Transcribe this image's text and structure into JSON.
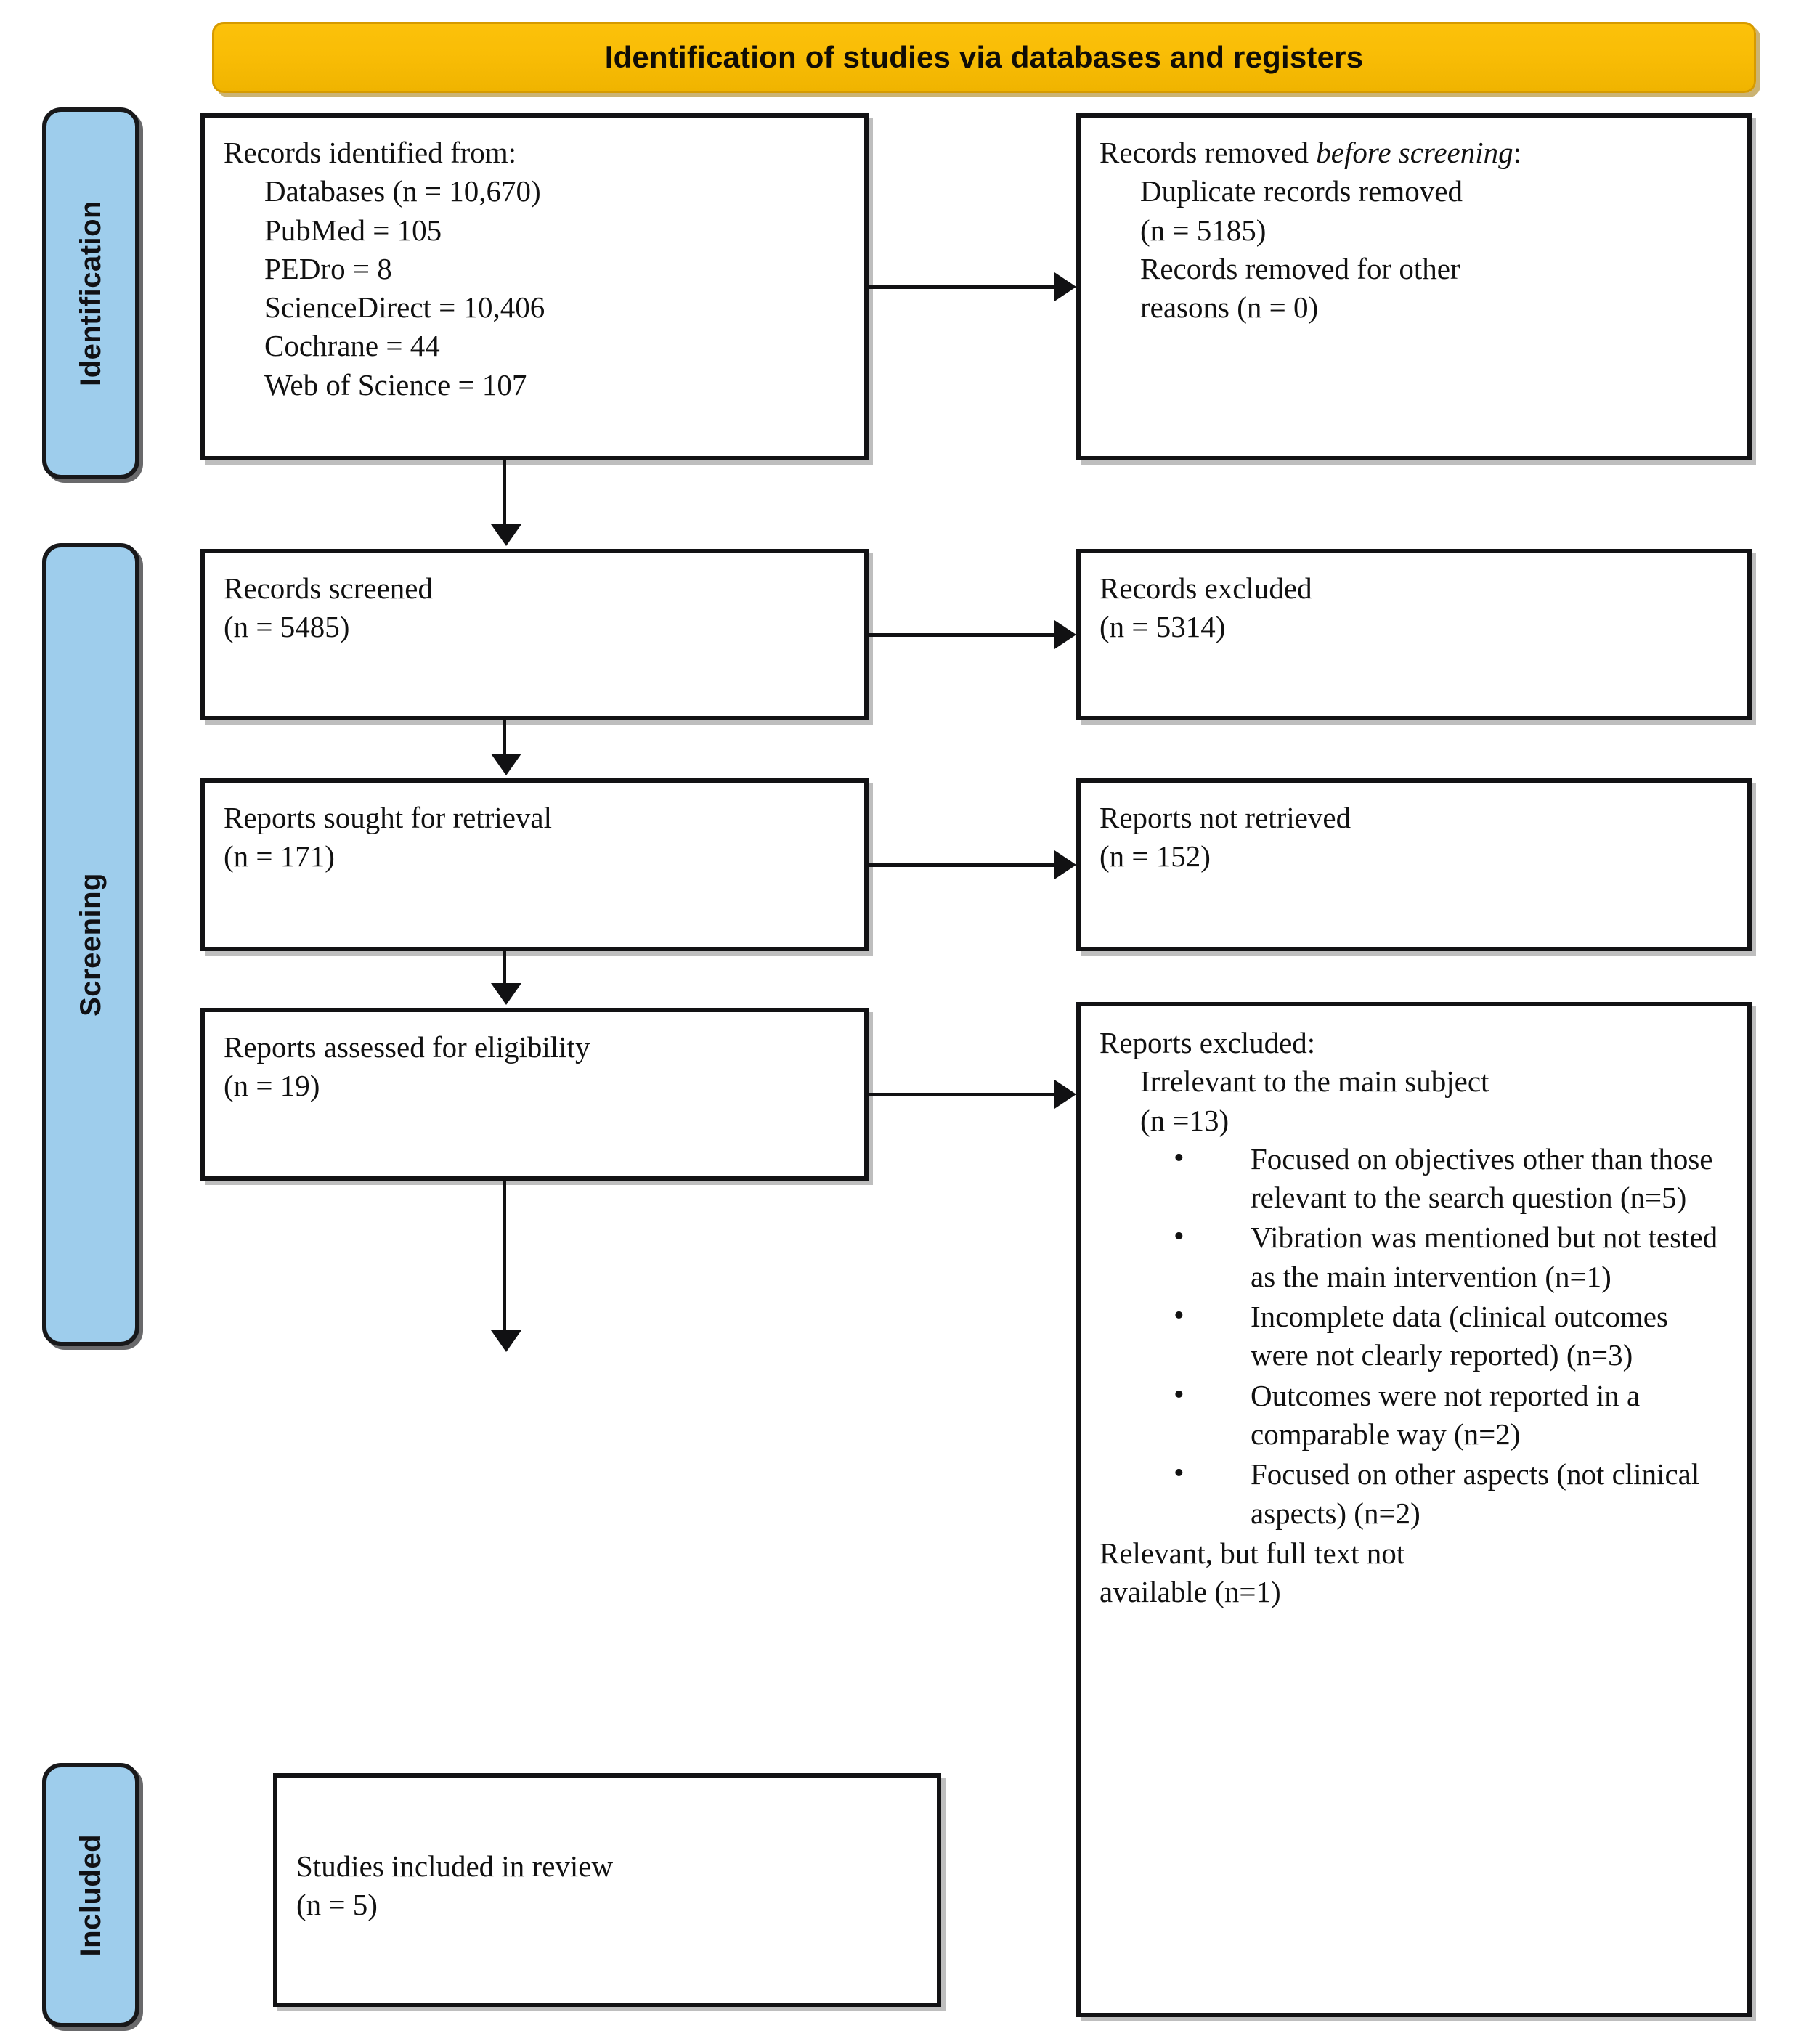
{
  "header": {
    "title": "Identification of studies via databases and registers",
    "bg_color": "#F9BD06",
    "text_color": "#100D06"
  },
  "stages": [
    {
      "key": "identification",
      "label": "Identification"
    },
    {
      "key": "screening",
      "label": "Screening"
    },
    {
      "key": "included",
      "label": "Included"
    }
  ],
  "stage_color": "#9ECDEC",
  "boxes": {
    "identified": {
      "title": "Records identified from:",
      "items": [
        "Databases (n = 10,670)",
        "PubMed = 105",
        "PEDro = 8",
        "ScienceDirect = 10,406",
        "Cochrane = 44",
        "Web of Science = 107"
      ]
    },
    "removed": {
      "title_pre": "Records removed ",
      "title_italic": "before screening",
      "title_post": ":",
      "items": [
        "Duplicate records removed",
        "(n = 5185)",
        "Records removed for other",
        "reasons (n = 0)"
      ]
    },
    "screened": {
      "title": "Records screened",
      "count": "(n = 5485)"
    },
    "excluded": {
      "title": "Records excluded",
      "count": "(n = 5314)"
    },
    "sought": {
      "title": "Reports sought for retrieval",
      "count": "(n = 171)"
    },
    "not_retrieved": {
      "title": "Reports not retrieved",
      "count": "(n = 152)"
    },
    "eligibility": {
      "title": "Reports assessed for eligibility",
      "count": "(n = 19)"
    },
    "reports_excluded": {
      "title": "Reports excluded:",
      "subtitle": "Irrelevant to the main subject",
      "subtitle_count": "(n =13)",
      "reasons": [
        "Focused on objectives other than those relevant to the search question (n=5)",
        "Vibration was mentioned but not tested as the main intervention (n=1)",
        "Incomplete data (clinical outcomes were not clearly reported) (n=3)",
        "Outcomes were not reported in a comparable way (n=2)",
        "Focused on other aspects (not clinical aspects) (n=2)"
      ],
      "footer_line1": "Relevant, but full text not",
      "footer_line2": "available (n=1)"
    },
    "included": {
      "title": "Studies included in review",
      "count": "(n = 5)"
    }
  },
  "chart_data": {
    "type": "diagram",
    "title": "PRISMA 2020 flow diagram",
    "nodes": [
      {
        "id": "identified",
        "stage": "Identification",
        "label": "Records identified from Databases",
        "n": 10670
      },
      {
        "id": "pubmed",
        "stage": "Identification",
        "label": "PubMed",
        "n": 105
      },
      {
        "id": "pedro",
        "stage": "Identification",
        "label": "PEDro",
        "n": 8
      },
      {
        "id": "sciencedirect",
        "stage": "Identification",
        "label": "ScienceDirect",
        "n": 10406
      },
      {
        "id": "cochrane",
        "stage": "Identification",
        "label": "Cochrane",
        "n": 44
      },
      {
        "id": "webofscience",
        "stage": "Identification",
        "label": "Web of Science",
        "n": 107
      },
      {
        "id": "duplicates",
        "stage": "Identification",
        "label": "Duplicate records removed",
        "n": 5185
      },
      {
        "id": "removed_other",
        "stage": "Identification",
        "label": "Records removed for other reasons",
        "n": 0
      },
      {
        "id": "screened",
        "stage": "Screening",
        "label": "Records screened",
        "n": 5485
      },
      {
        "id": "rec_excluded",
        "stage": "Screening",
        "label": "Records excluded",
        "n": 5314
      },
      {
        "id": "sought",
        "stage": "Screening",
        "label": "Reports sought for retrieval",
        "n": 171
      },
      {
        "id": "not_retrieved",
        "stage": "Screening",
        "label": "Reports not retrieved",
        "n": 152
      },
      {
        "id": "eligibility",
        "stage": "Screening",
        "label": "Reports assessed for eligibility",
        "n": 19
      },
      {
        "id": "rep_excluded",
        "stage": "Screening",
        "label": "Irrelevant to the main subject",
        "n": 13
      },
      {
        "id": "ex_objectives",
        "stage": "Screening",
        "label": "Focused on objectives other than those relevant to the search question",
        "n": 5
      },
      {
        "id": "ex_vibration",
        "stage": "Screening",
        "label": "Vibration was mentioned but not tested as the main intervention",
        "n": 1
      },
      {
        "id": "ex_incomplete",
        "stage": "Screening",
        "label": "Incomplete data (clinical outcomes were not clearly reported)",
        "n": 3
      },
      {
        "id": "ex_comparable",
        "stage": "Screening",
        "label": "Outcomes were not reported in a comparable way",
        "n": 2
      },
      {
        "id": "ex_other_aspects",
        "stage": "Screening",
        "label": "Focused on other aspects (not clinical aspects)",
        "n": 2
      },
      {
        "id": "ex_fulltext",
        "stage": "Screening",
        "label": "Relevant, but full text not available",
        "n": 1
      },
      {
        "id": "included",
        "stage": "Included",
        "label": "Studies included in review",
        "n": 5
      }
    ],
    "edges": [
      {
        "from": "identified",
        "to": "duplicates",
        "direction": "right"
      },
      {
        "from": "identified",
        "to": "screened",
        "direction": "down"
      },
      {
        "from": "screened",
        "to": "rec_excluded",
        "direction": "right"
      },
      {
        "from": "screened",
        "to": "sought",
        "direction": "down"
      },
      {
        "from": "sought",
        "to": "not_retrieved",
        "direction": "right"
      },
      {
        "from": "sought",
        "to": "eligibility",
        "direction": "down"
      },
      {
        "from": "eligibility",
        "to": "rep_excluded",
        "direction": "right"
      },
      {
        "from": "eligibility",
        "to": "included",
        "direction": "down"
      }
    ]
  }
}
